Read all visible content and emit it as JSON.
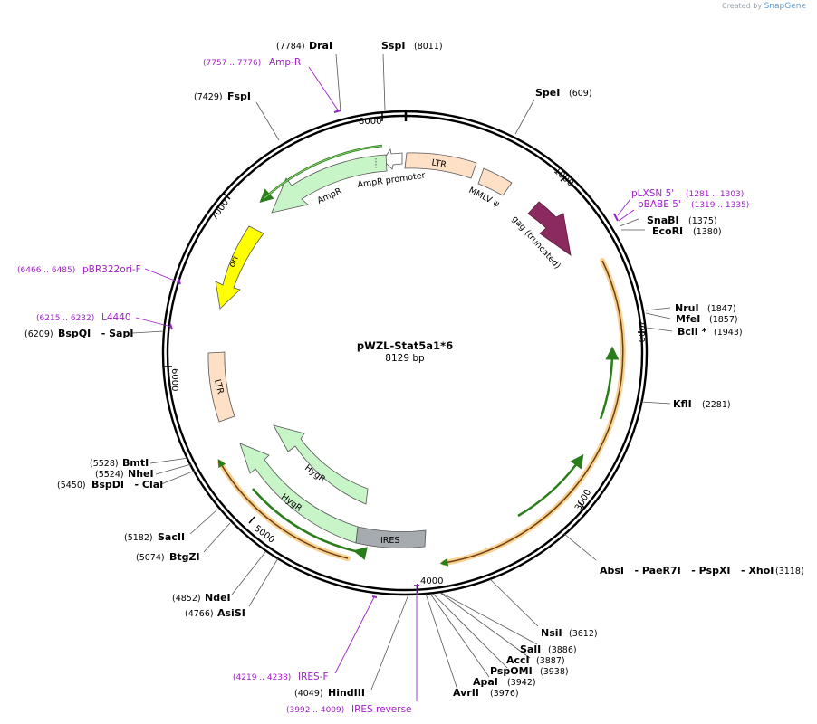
{
  "credit": {
    "prefix": "Created by",
    "brand": "SnapGene"
  },
  "plasmid": {
    "name": "pWZL-Stat5a1*6",
    "length_label": "8129 bp",
    "length": 8129
  },
  "ticks": [
    {
      "bp": 1000,
      "label": "1000"
    },
    {
      "bp": 2000,
      "label": "2000"
    },
    {
      "bp": 3000,
      "label": "3000"
    },
    {
      "bp": 4000,
      "label": "4000"
    },
    {
      "bp": 5000,
      "label": "5000"
    },
    {
      "bp": 6000,
      "label": "6000"
    },
    {
      "bp": 7000,
      "label": "7000"
    },
    {
      "bp": 8000,
      "label": "8000"
    }
  ],
  "sites": [
    {
      "name": "DraI",
      "pos": "(7784)",
      "pos_first": true
    },
    {
      "name": "SspI",
      "pos": "(8011)",
      "pos_first": false
    },
    {
      "name": "SpeI",
      "pos": "(609)",
      "pos_first": false
    },
    {
      "name": "FspI",
      "pos": "(7429)",
      "pos_first": true
    },
    {
      "name": "SnaBI",
      "pos": "(1375)",
      "pos_first": false
    },
    {
      "name": "EcoRI",
      "pos": "(1380)",
      "pos_first": false
    },
    {
      "name": "NruI",
      "pos": "(1847)",
      "pos_first": false
    },
    {
      "name": "MfeI",
      "pos": "(1857)",
      "pos_first": false
    },
    {
      "name": "BclI *",
      "pos": "(1943)",
      "pos_first": false
    },
    {
      "name": "KflI",
      "pos": "(2281)",
      "pos_first": false
    },
    {
      "name": "AbsI   - PaeR7I   - PspXI   - XhoI",
      "pos": "(3118)",
      "pos_first": false
    },
    {
      "name": "NsiI",
      "pos": "(3612)",
      "pos_first": false
    },
    {
      "name": "SalI",
      "pos": "(3886)",
      "pos_first": false
    },
    {
      "name": "AccI",
      "pos": "(3887)",
      "pos_first": false
    },
    {
      "name": "PspOMI",
      "pos": "(3938)",
      "pos_first": false
    },
    {
      "name": "ApaI",
      "pos": "(3942)",
      "pos_first": false
    },
    {
      "name": "AvrII",
      "pos": "(3976)",
      "pos_first": false
    },
    {
      "name": "HindIII",
      "pos": "(4049)",
      "pos_first": true
    },
    {
      "name": "AsiSI",
      "pos": "(4766)",
      "pos_first": true
    },
    {
      "name": "NdeI",
      "pos": "(4852)",
      "pos_first": true
    },
    {
      "name": "BtgZI",
      "pos": "(5074)",
      "pos_first": true
    },
    {
      "name": "SacII",
      "pos": "(5182)",
      "pos_first": true
    },
    {
      "name": "BspDI   - ClaI",
      "pos": "(5450)",
      "pos_first": true
    },
    {
      "name": "NheI",
      "pos": "(5524)",
      "pos_first": true
    },
    {
      "name": "BmtI",
      "pos": "(5528)",
      "pos_first": true
    },
    {
      "name": "BspQI   - SapI",
      "pos": "(6209)",
      "pos_first": true
    }
  ],
  "primers": [
    {
      "name": "Amp-R",
      "range": "(7757 .. 7776)"
    },
    {
      "name": "pLXSN 5'",
      "range": "(1281 .. 1303)"
    },
    {
      "name": "pBABE 5'",
      "range": "(1319 .. 1335)"
    },
    {
      "name": "pBR322ori-F",
      "range": "(6466 .. 6485)"
    },
    {
      "name": "L4440",
      "range": "(6215 .. 6232)"
    },
    {
      "name": "IRES-F",
      "range": "(4219 .. 4238)"
    },
    {
      "name": "IRES reverse",
      "range": "(3992 .. 4009)"
    }
  ],
  "features": [
    {
      "name": "LTR",
      "type": "LTR",
      "color": "#fde0c5"
    },
    {
      "name": "MMLV ψ",
      "type": "packaging",
      "color": "#fde0c5"
    },
    {
      "name": "gag (truncated)",
      "type": "CDS",
      "color": "#8b2a5e"
    },
    {
      "name": "AmpR promoter",
      "type": "promoter",
      "color": "#ffffff"
    },
    {
      "name": "AmpR",
      "type": "CDS",
      "color": "#c8f5c8"
    },
    {
      "name": "ori",
      "type": "rep_origin",
      "color": "#ffff00"
    },
    {
      "name": "LTR",
      "type": "LTR",
      "color": "#fde0c5"
    },
    {
      "name": "HygR",
      "type": "CDS",
      "color": "#c8f5c8"
    },
    {
      "name": "HygR",
      "type": "CDS",
      "color": "#c8f5c8"
    },
    {
      "name": "IRES",
      "type": "misc",
      "color": "#a6abb0"
    }
  ],
  "colors": {
    "primer": "#a020c8",
    "orf_highlight": "#f5c06a",
    "orf_line": "#2a7d1a",
    "backbone": "#000000"
  }
}
